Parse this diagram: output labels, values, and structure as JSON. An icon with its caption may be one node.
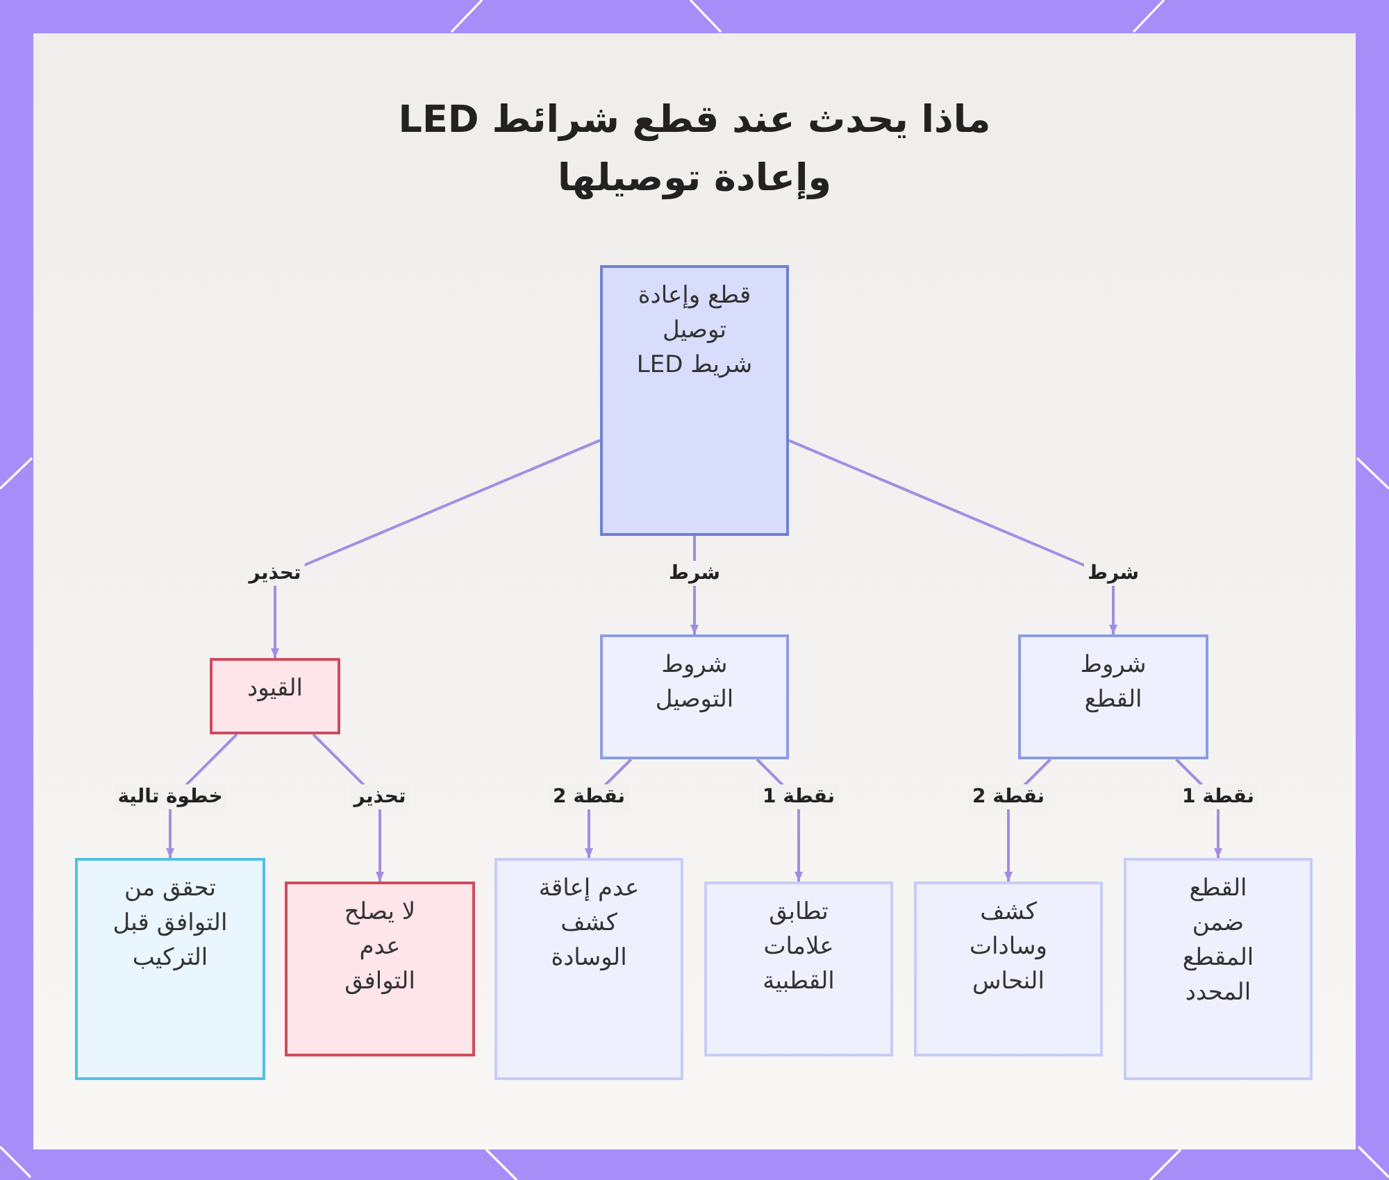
{
  "diagram": {
    "title": "ماذا يحدث عند قطع شرائط LED وإعادة توصيلها",
    "nodes": [
      {
        "text": [
          "قطع وإعادة توصيل شريط LED"
        ]
      },
      {
        "text": [
          "شروط القطع"
        ]
      },
      {
        "text": [
          "شروط التوصيل"
        ]
      },
      {
        "text": [
          "القيود"
        ]
      },
      {
        "text": [
          "القطع ضمن المقطع المحدد"
        ]
      },
      {
        "text": [
          "كشف وسادات النحاس"
        ]
      },
      {
        "text": [
          "تطابق علامات القطبية"
        ]
      },
      {
        "text": [
          "عدم إعاقة كشف الوسادة"
        ]
      },
      {
        "text": [
          "لا يصلح عدم التوافق"
        ]
      },
      {
        "text": [
          "تحقق من التوافق قبل التركيب"
        ]
      }
    ],
    "edges": [
      {
        "from": 0,
        "to": 1,
        "arrow": "to",
        "label": "شرط"
      },
      {
        "from": 0,
        "to": 2,
        "arrow": "to",
        "label": "شرط"
      },
      {
        "from": 0,
        "to": 3,
        "arrow": "to",
        "label": "تحذير"
      },
      {
        "from": 1,
        "to": 4,
        "arrow": "to",
        "label": "نقطة 1"
      },
      {
        "from": 1,
        "to": 5,
        "arrow": "to",
        "label": "نقطة 2"
      },
      {
        "from": 2,
        "to": 6,
        "arrow": "to",
        "label": "نقطة 1"
      },
      {
        "from": 2,
        "to": 7,
        "arrow": "to",
        "label": "نقطة 2"
      },
      {
        "from": 3,
        "to": 8,
        "arrow": "to",
        "label": "تحذير"
      },
      {
        "from": 3,
        "to": 9,
        "arrow": "to",
        "label": "خطوة تالية"
      }
    ]
  }
}
